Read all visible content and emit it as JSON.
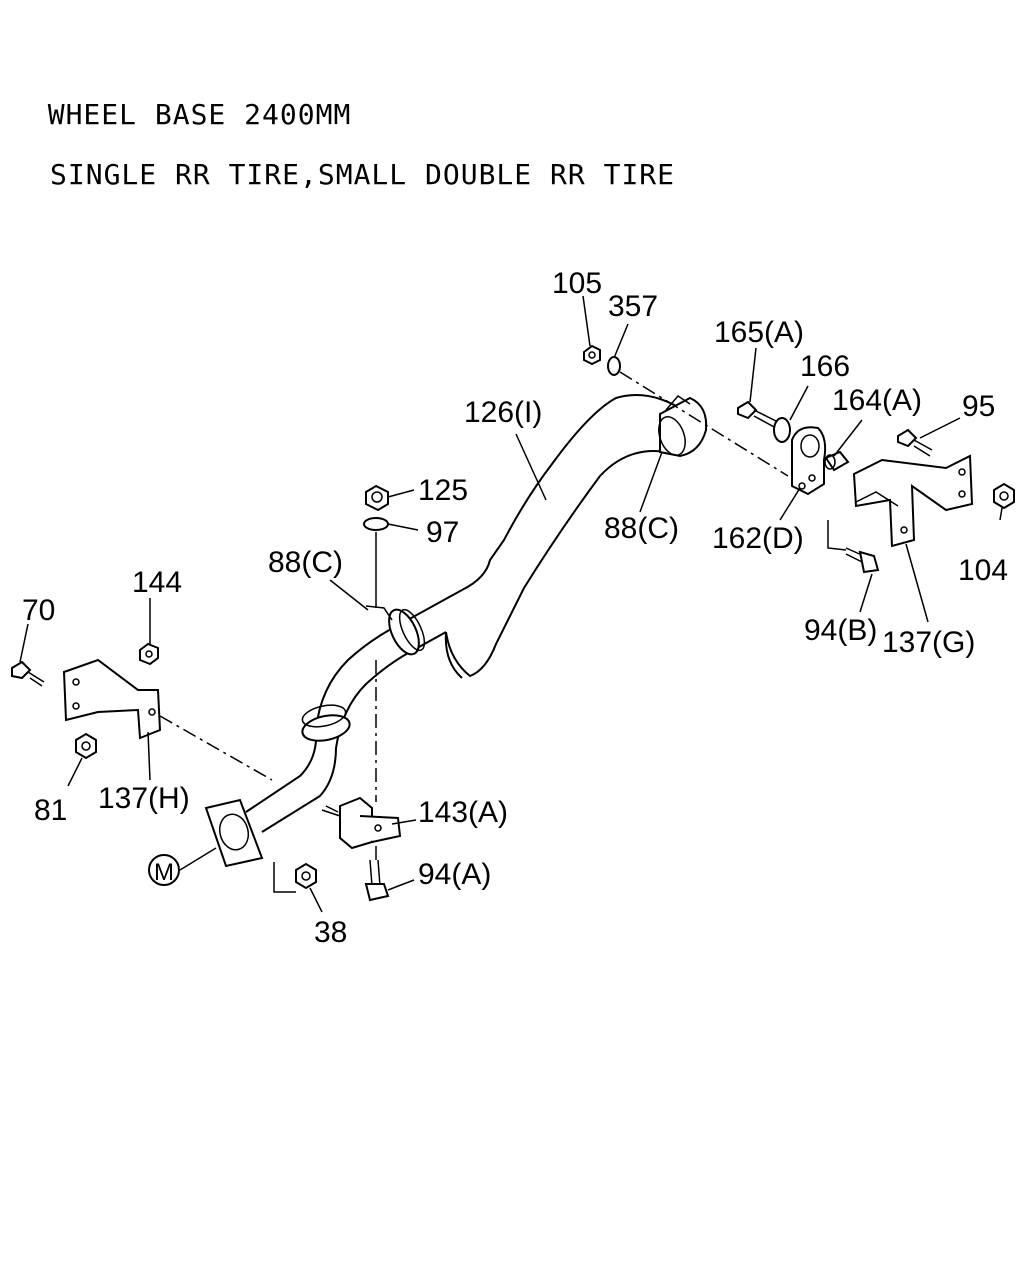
{
  "header": {
    "line1": "WHEEL BASE 2400MM",
    "line2": "SINGLE RR TIRE,SMALL DOUBLE RR TIRE"
  },
  "callouts": {
    "c105": "105",
    "c357": "357",
    "c165a": "165(A)",
    "c166": "166",
    "c164a": "164(A)",
    "c95": "95",
    "c126i": "126(I)",
    "c125": "125",
    "c97": "97",
    "c88c_right": "88(C)",
    "c162d": "162(D)",
    "c104": "104",
    "c88c_left": "88(C)",
    "c144": "144",
    "c70": "70",
    "c94b": "94(B)",
    "c137g": "137(G)",
    "c81": "81",
    "c137h": "137(H)",
    "c143a": "143(A)",
    "c94a": "94(A)",
    "c38": "38",
    "marker_m": "M"
  }
}
